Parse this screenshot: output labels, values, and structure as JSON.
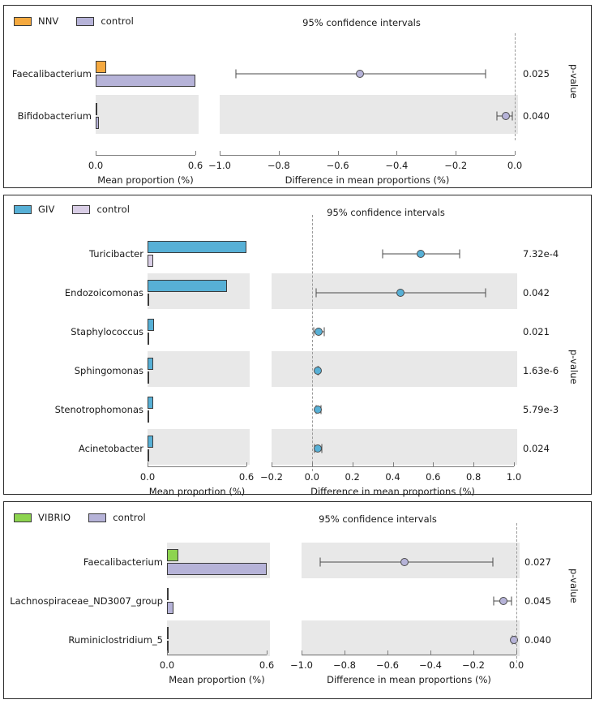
{
  "figure": {
    "ci_title": "95% confidence intervals",
    "pvalue_axis_label": "p-value",
    "left_axis_title": "Mean proportion (%)",
    "right_axis_title": "Difference in mean proportions (%)",
    "control_label": "control"
  },
  "colors": {
    "nnv": "#F5A93F",
    "giv": "#57B0D6",
    "vibrio": "#8DD44F",
    "control_purple": "#B6B3D8",
    "control_lavender": "#D9CEE6",
    "band": "#e8e8e8",
    "dash": "#9a9a9a",
    "edge": "#3c3c3c",
    "error": "#4a4a4a"
  },
  "chart_data": [
    {
      "type": "bar",
      "panel": "NNV",
      "title": "95% confidence intervals",
      "legend": [
        {
          "label": "NNV",
          "color": "#F5A93F"
        },
        {
          "label": "control",
          "color": "#B6B3D8"
        }
      ],
      "categories": [
        "Faecalibacterium",
        "Bifidobacterium"
      ],
      "xlabel": "Mean proportion (%)",
      "left_xlim": [
        0.0,
        0.6
      ],
      "left_ticks": [
        0.0,
        0.6
      ],
      "left_ticklabels": [
        "0.0",
        "0.6"
      ],
      "series": [
        {
          "name": "NNV",
          "values": [
            0.065,
            0.005
          ]
        },
        {
          "name": "control",
          "values": [
            0.6,
            0.018
          ]
        }
      ],
      "right_xlabel": "Difference in mean proportions (%)",
      "right_xlim": [
        -1.0,
        0.0
      ],
      "right_ticks": [
        -1.0,
        -0.8,
        -0.6,
        -0.4,
        -0.2,
        0.0
      ],
      "right_ticklabels": [
        "−1.0",
        "−0.8",
        "−0.6",
        "−0.4",
        "−0.2",
        "0.0"
      ],
      "differences": [
        -0.525,
        -0.03
      ],
      "ci_low": [
        -0.945,
        -0.06
      ],
      "ci_high": [
        -0.1,
        -0.008
      ],
      "pvalues": [
        "0.025",
        "0.040"
      ],
      "dot_color": "#B6B3D8",
      "grid": false,
      "legend_position": "top-left"
    },
    {
      "type": "bar",
      "panel": "GIV",
      "title": "95% confidence intervals",
      "legend": [
        {
          "label": "GIV",
          "color": "#57B0D6"
        },
        {
          "label": "control",
          "color": "#D9CEE6"
        }
      ],
      "categories": [
        "Turicibacter",
        "Endozoicomonas",
        "Staphylococcus",
        "Sphingomonas",
        "Stenotrophomonas",
        "Acinetobacter"
      ],
      "xlabel": "Mean proportion (%)",
      "left_xlim": [
        0.0,
        0.6
      ],
      "left_ticks": [
        0.0,
        0.6
      ],
      "left_ticklabels": [
        "0.0",
        "0.6"
      ],
      "series": [
        {
          "name": "GIV",
          "values": [
            0.6,
            0.48,
            0.037,
            0.032,
            0.036,
            0.035
          ]
        },
        {
          "name": "control",
          "values": [
            0.033,
            0.004,
            0.004,
            0.004,
            0.006,
            0.005
          ]
        }
      ],
      "right_xlabel": "Difference in mean proportions (%)",
      "right_xlim": [
        -0.2,
        1.0
      ],
      "right_ticks": [
        -0.2,
        0.0,
        0.2,
        0.4,
        0.6,
        0.8,
        1.0
      ],
      "right_ticklabels": [
        "−0.2",
        "0.0",
        "0.2",
        "0.4",
        "0.6",
        "0.8",
        "1.0"
      ],
      "differences": [
        0.54,
        0.44,
        0.033,
        0.03,
        0.029,
        0.028
      ],
      "ci_low": [
        0.35,
        0.02,
        0.01,
        0.028,
        0.022,
        0.012
      ],
      "ci_high": [
        0.73,
        0.86,
        0.06,
        0.033,
        0.044,
        0.05
      ],
      "pvalues": [
        "7.32e-4",
        "0.042",
        "0.021",
        "1.63e-6",
        "5.79e-3",
        "0.024"
      ],
      "dot_color": "#57B0D6",
      "grid": false,
      "legend_position": "top-left"
    },
    {
      "type": "bar",
      "panel": "VIBRIO",
      "title": "95% confidence intervals",
      "legend": [
        {
          "label": "VIBRIO",
          "color": "#8DD44F"
        },
        {
          "label": "control",
          "color": "#B6B3D8"
        }
      ],
      "categories": [
        "Faecalibacterium",
        "Lachnospiraceae_ND3007_group",
        "Ruminiclostridium_5"
      ],
      "xlabel": "Mean proportion (%)",
      "left_xlim": [
        0.0,
        0.6
      ],
      "left_ticks": [
        0.0,
        0.6
      ],
      "left_ticklabels": [
        "0.0",
        "0.6"
      ],
      "series": [
        {
          "name": "VIBRIO",
          "values": [
            0.068,
            0.006,
            0.002
          ]
        },
        {
          "name": "control",
          "values": [
            0.6,
            0.038,
            0.003
          ]
        }
      ],
      "right_xlabel": "Difference in mean proportions (%)",
      "right_xlim": [
        -1.0,
        0.0
      ],
      "right_ticks": [
        -1.0,
        -0.8,
        -0.6,
        -0.4,
        -0.2,
        0.0
      ],
      "right_ticklabels": [
        "−1.0",
        "−0.8",
        "−0.6",
        "−0.4",
        "−0.2",
        "0.0"
      ],
      "differences": [
        -0.52,
        -0.06,
        -0.01
      ],
      "ci_low": [
        -0.915,
        -0.105,
        -0.02
      ],
      "ci_high": [
        -0.108,
        -0.022,
        -0.002
      ],
      "pvalues": [
        "0.027",
        "0.045",
        "0.040"
      ],
      "dot_color": "#B6B3D8",
      "grid": false,
      "legend_position": "top-left"
    }
  ]
}
